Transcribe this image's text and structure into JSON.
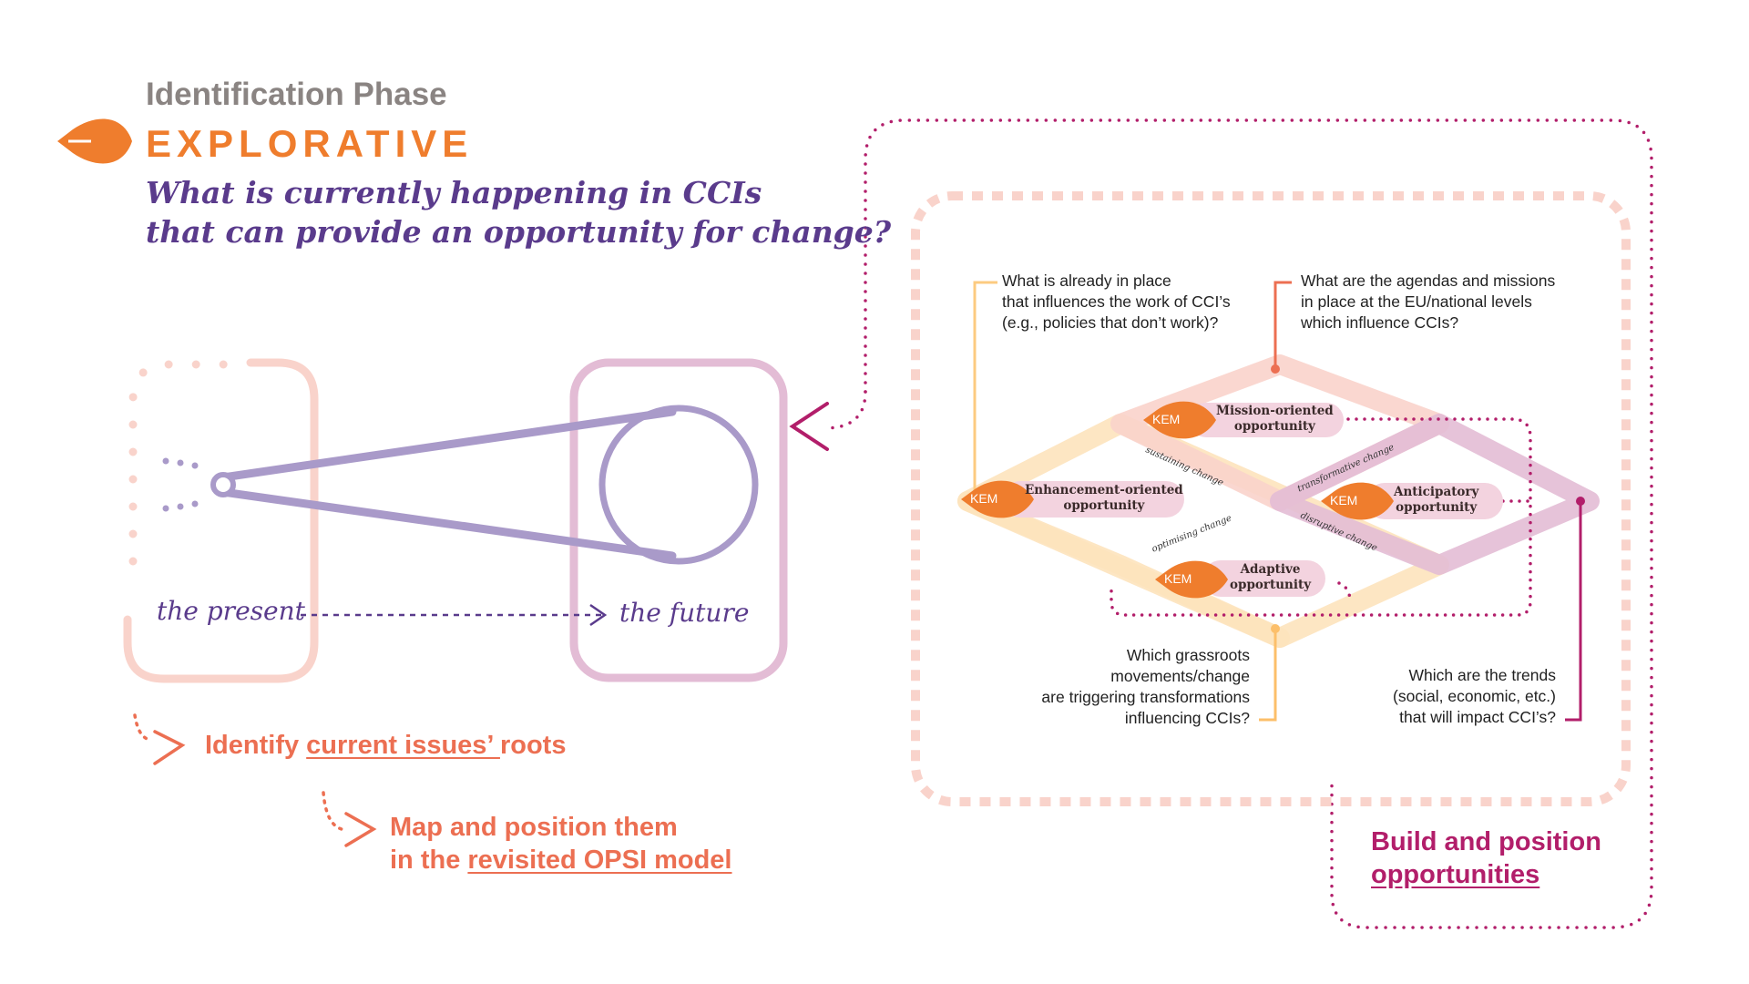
{
  "header": {
    "phase_label": "Identification Phase",
    "phase_title": "EXPLORATIVE",
    "question_line1": "What is currently happening in CCIs",
    "question_line2": "that can provide an  opportunity for change?"
  },
  "timeline": {
    "present_label": "the present",
    "future_label": "the future"
  },
  "actions": {
    "identify_prefix": "Identify ",
    "identify_link": "current issues’ ",
    "identify_suffix": "roots",
    "map_line1": "Map and position them",
    "map_line2_prefix": "in the ",
    "map_line2_link": "revisited OPSI model"
  },
  "build": {
    "line1": "Build and position",
    "line2": "opportunities"
  },
  "questions": {
    "policies": [
      "What is already in place",
      "that influences the work of CCI’s",
      "(e.g., policies that don’t work)?"
    ],
    "agendas": [
      "What are the agendas and missions",
      "in place at the EU/national levels",
      "which influence CCIs?"
    ],
    "grassroots": [
      "Which grassroots",
      "movements/change",
      "are triggering transformations",
      "influencing CCIs?"
    ],
    "trends": [
      "Which are the trends",
      "(social, economic, etc.)",
      "that will impact CCI’s?"
    ]
  },
  "opsi": {
    "kem_label": "KEM",
    "opportunities": {
      "mission": [
        "Mission-oriented",
        "opportunity"
      ],
      "enhancement": [
        "Enhancement-oriented",
        "opportunity"
      ],
      "anticipatory": [
        "Anticipatory",
        "opportunity"
      ],
      "adaptive": [
        "Adaptive",
        "opportunity"
      ]
    },
    "changes": {
      "sustaining": "sustaining change",
      "transformative": "transformative change",
      "optimising": "optimising change",
      "disruptive": "disruptive change"
    }
  },
  "colors": {
    "grey": "#8a8482",
    "orange": "#ef7d2d",
    "purple": "#5a3b8c",
    "salmon": "#ec6f52",
    "magenta": "#b21e6a",
    "light_pink": "#f9d3cb",
    "light_purple": "#e3bcd5",
    "light_orange": "#fde3bd"
  }
}
